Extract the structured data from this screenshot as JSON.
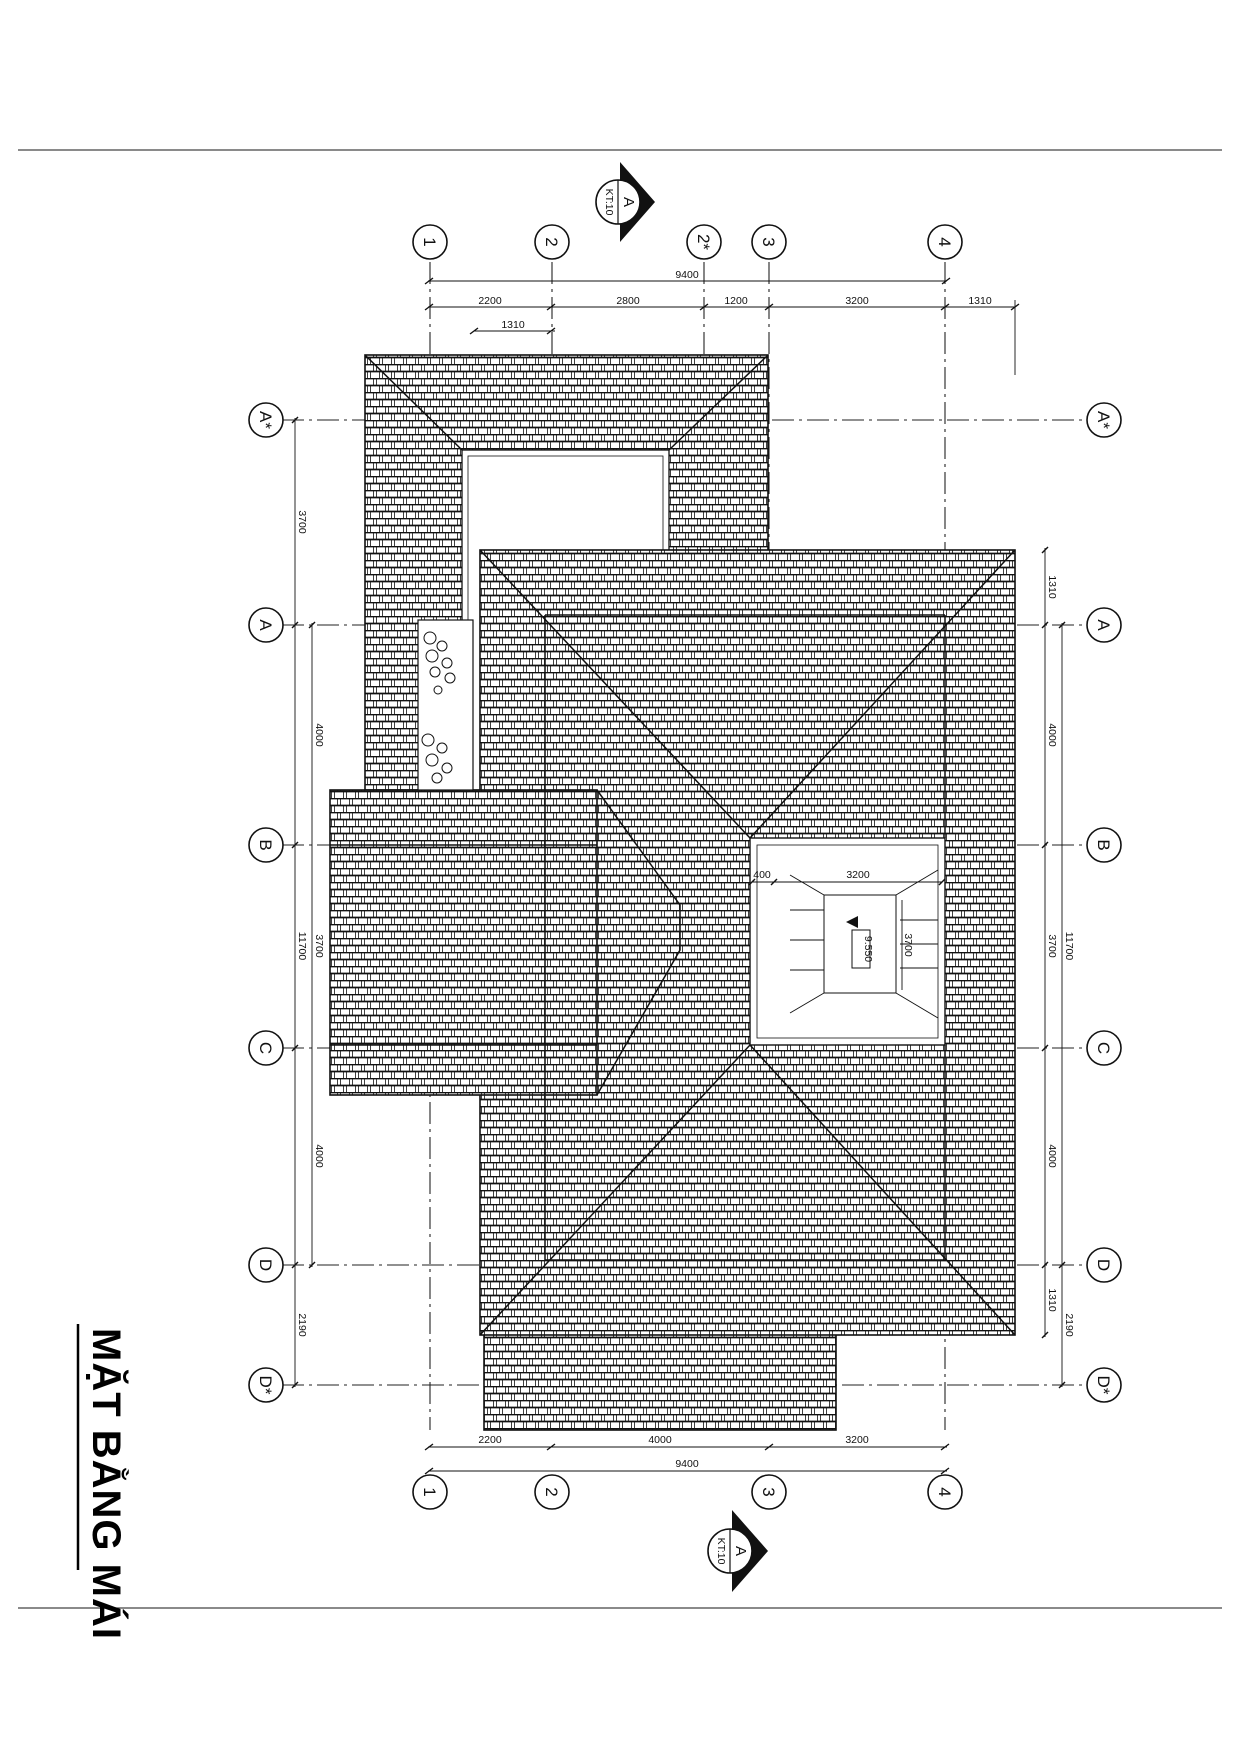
{
  "title": "MẶT BẰNG MÁI",
  "grid_columns": [
    "1",
    "2",
    "2*",
    "3",
    "4"
  ],
  "grid_rows": [
    "A*",
    "A",
    "B",
    "C",
    "D",
    "D*"
  ],
  "dims_top": {
    "overall": "9400",
    "segments": [
      "2200",
      "2800",
      "1200",
      "3200",
      "1310"
    ],
    "eave": "1310"
  },
  "dims_bottom": {
    "overall": "9400",
    "segments": [
      "2200",
      "4000",
      "3200"
    ]
  },
  "dims_left": {
    "segments": [
      "3700",
      "4000",
      "3700",
      "4000",
      "2190"
    ],
    "overall": "11700"
  },
  "dims_right": {
    "segments": [
      "1310",
      "4000",
      "3700",
      "4000",
      "1310",
      "2190"
    ],
    "overall": "11700"
  },
  "opening_dims": {
    "width_left": "400",
    "width": "3200",
    "height": "3700"
  },
  "level_mark": "9.550",
  "section_marks": [
    {
      "letter": "A",
      "sheet": "KT:10"
    },
    {
      "letter": "A",
      "sheet": "KT:10"
    }
  ]
}
